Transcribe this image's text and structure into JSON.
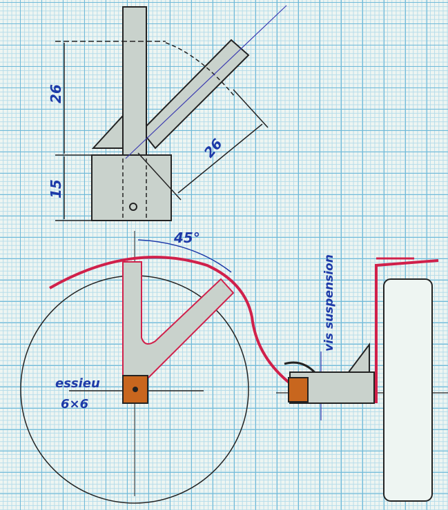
{
  "drawing": {
    "dimensions": {
      "upper_height": "26",
      "lower_height": "15",
      "arm_length": "26",
      "angle": "45°"
    },
    "labels": {
      "axle": "essieu",
      "axle_size": "6×6",
      "suspension": "vis suspension"
    },
    "colors": {
      "ink": "#222222",
      "blue": "#1d3aa8",
      "red": "#d0204a",
      "orange": "#c8661e",
      "tube_fill": "#c9d2cc"
    }
  }
}
